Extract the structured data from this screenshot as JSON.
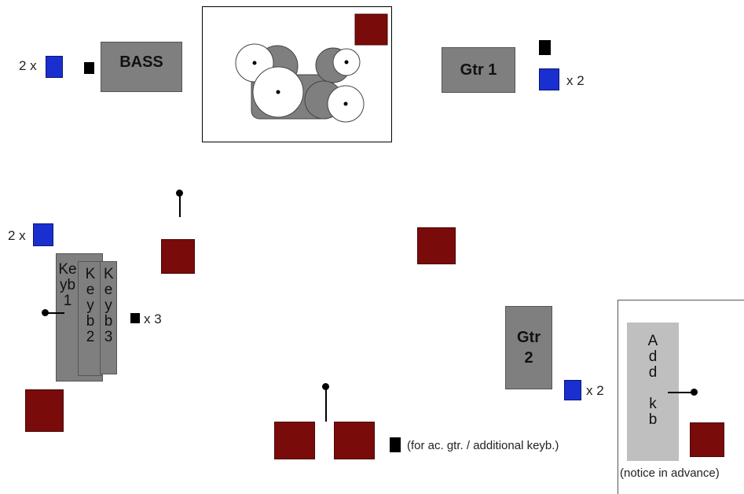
{
  "bass": {
    "label": "BASS",
    "di_count": "2 x"
  },
  "gtr1": {
    "label": "Gtr 1",
    "di_count": "x 2"
  },
  "gtr2": {
    "label": "Gtr 2",
    "di_count": "x 2"
  },
  "keys": {
    "di_count": "2 x",
    "power_count": "x 3",
    "keyb1": "Keyb1",
    "keyb2": "Keyb2",
    "keyb3": "Keyb3"
  },
  "center_power_note": "(for ac. gtr. / additional keyb.)",
  "additional": {
    "label": "Add kb",
    "note": "(notice in advance)"
  },
  "colors": {
    "amp": "#7f7f7f",
    "di_box": "#1a2fd0",
    "power": "#000000",
    "monitor": "#7a0b0b",
    "extra_keyboard": "#bfbfbf"
  }
}
